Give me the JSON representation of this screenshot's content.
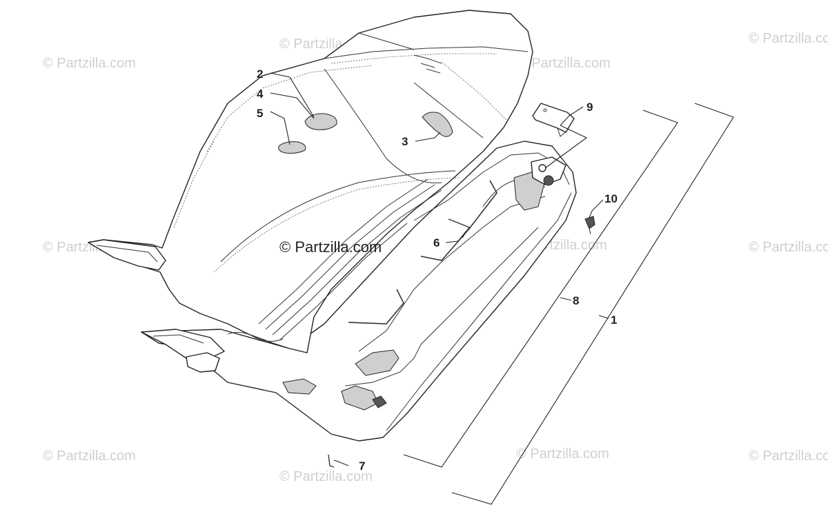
{
  "watermark": {
    "text": "© Partzilla.com",
    "center_text": "© Partzilla.com"
  },
  "callouts": [
    {
      "id": "2",
      "label": "2"
    },
    {
      "id": "4",
      "label": "4"
    },
    {
      "id": "5",
      "label": "5"
    },
    {
      "id": "3",
      "label": "3"
    },
    {
      "id": "9",
      "label": "9"
    },
    {
      "id": "10",
      "label": "10"
    },
    {
      "id": "6",
      "label": "6"
    },
    {
      "id": "8",
      "label": "8"
    },
    {
      "id": "1",
      "label": "1"
    },
    {
      "id": "7",
      "label": "7"
    }
  ],
  "colors": {
    "line": "#222222",
    "watermark": "#cfcfcf",
    "background": "#ffffff"
  }
}
